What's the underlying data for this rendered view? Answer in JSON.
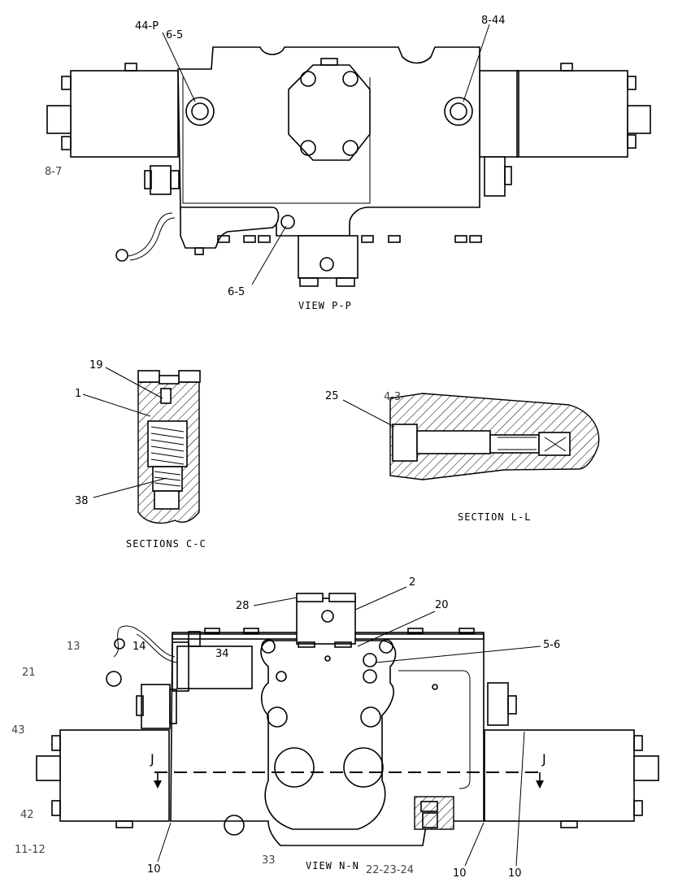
{
  "labels": {
    "l_44_p": "44-P",
    "l_6_5_top": "6-5",
    "l_8_44": "8-44",
    "l_8_7": "8-7",
    "l_6_5_bottom": "6-5",
    "view_p": "VIEW P-P",
    "l_19": "19",
    "l_1": "1",
    "l_38": "38",
    "sections_c": "SECTIONS C-C",
    "l_25": "25",
    "l_4_3": "4-3",
    "section_l": "SECTION L-L",
    "l_2": "2",
    "l_28": "28",
    "l_20": "20",
    "l_5_6": "5-6",
    "l_13": "13",
    "l_14": "14",
    "l_34": "34",
    "l_21": "21",
    "l_43": "43",
    "l_42": "42",
    "l_11_12": "11-12",
    "l_j_left": "J",
    "l_j_right": "J",
    "l_10_a": "10",
    "l_33": "33",
    "view_n": "VIEW N-N",
    "l_22_23_24": "22-23-24",
    "l_10_b": "10",
    "l_10_c": "10"
  }
}
